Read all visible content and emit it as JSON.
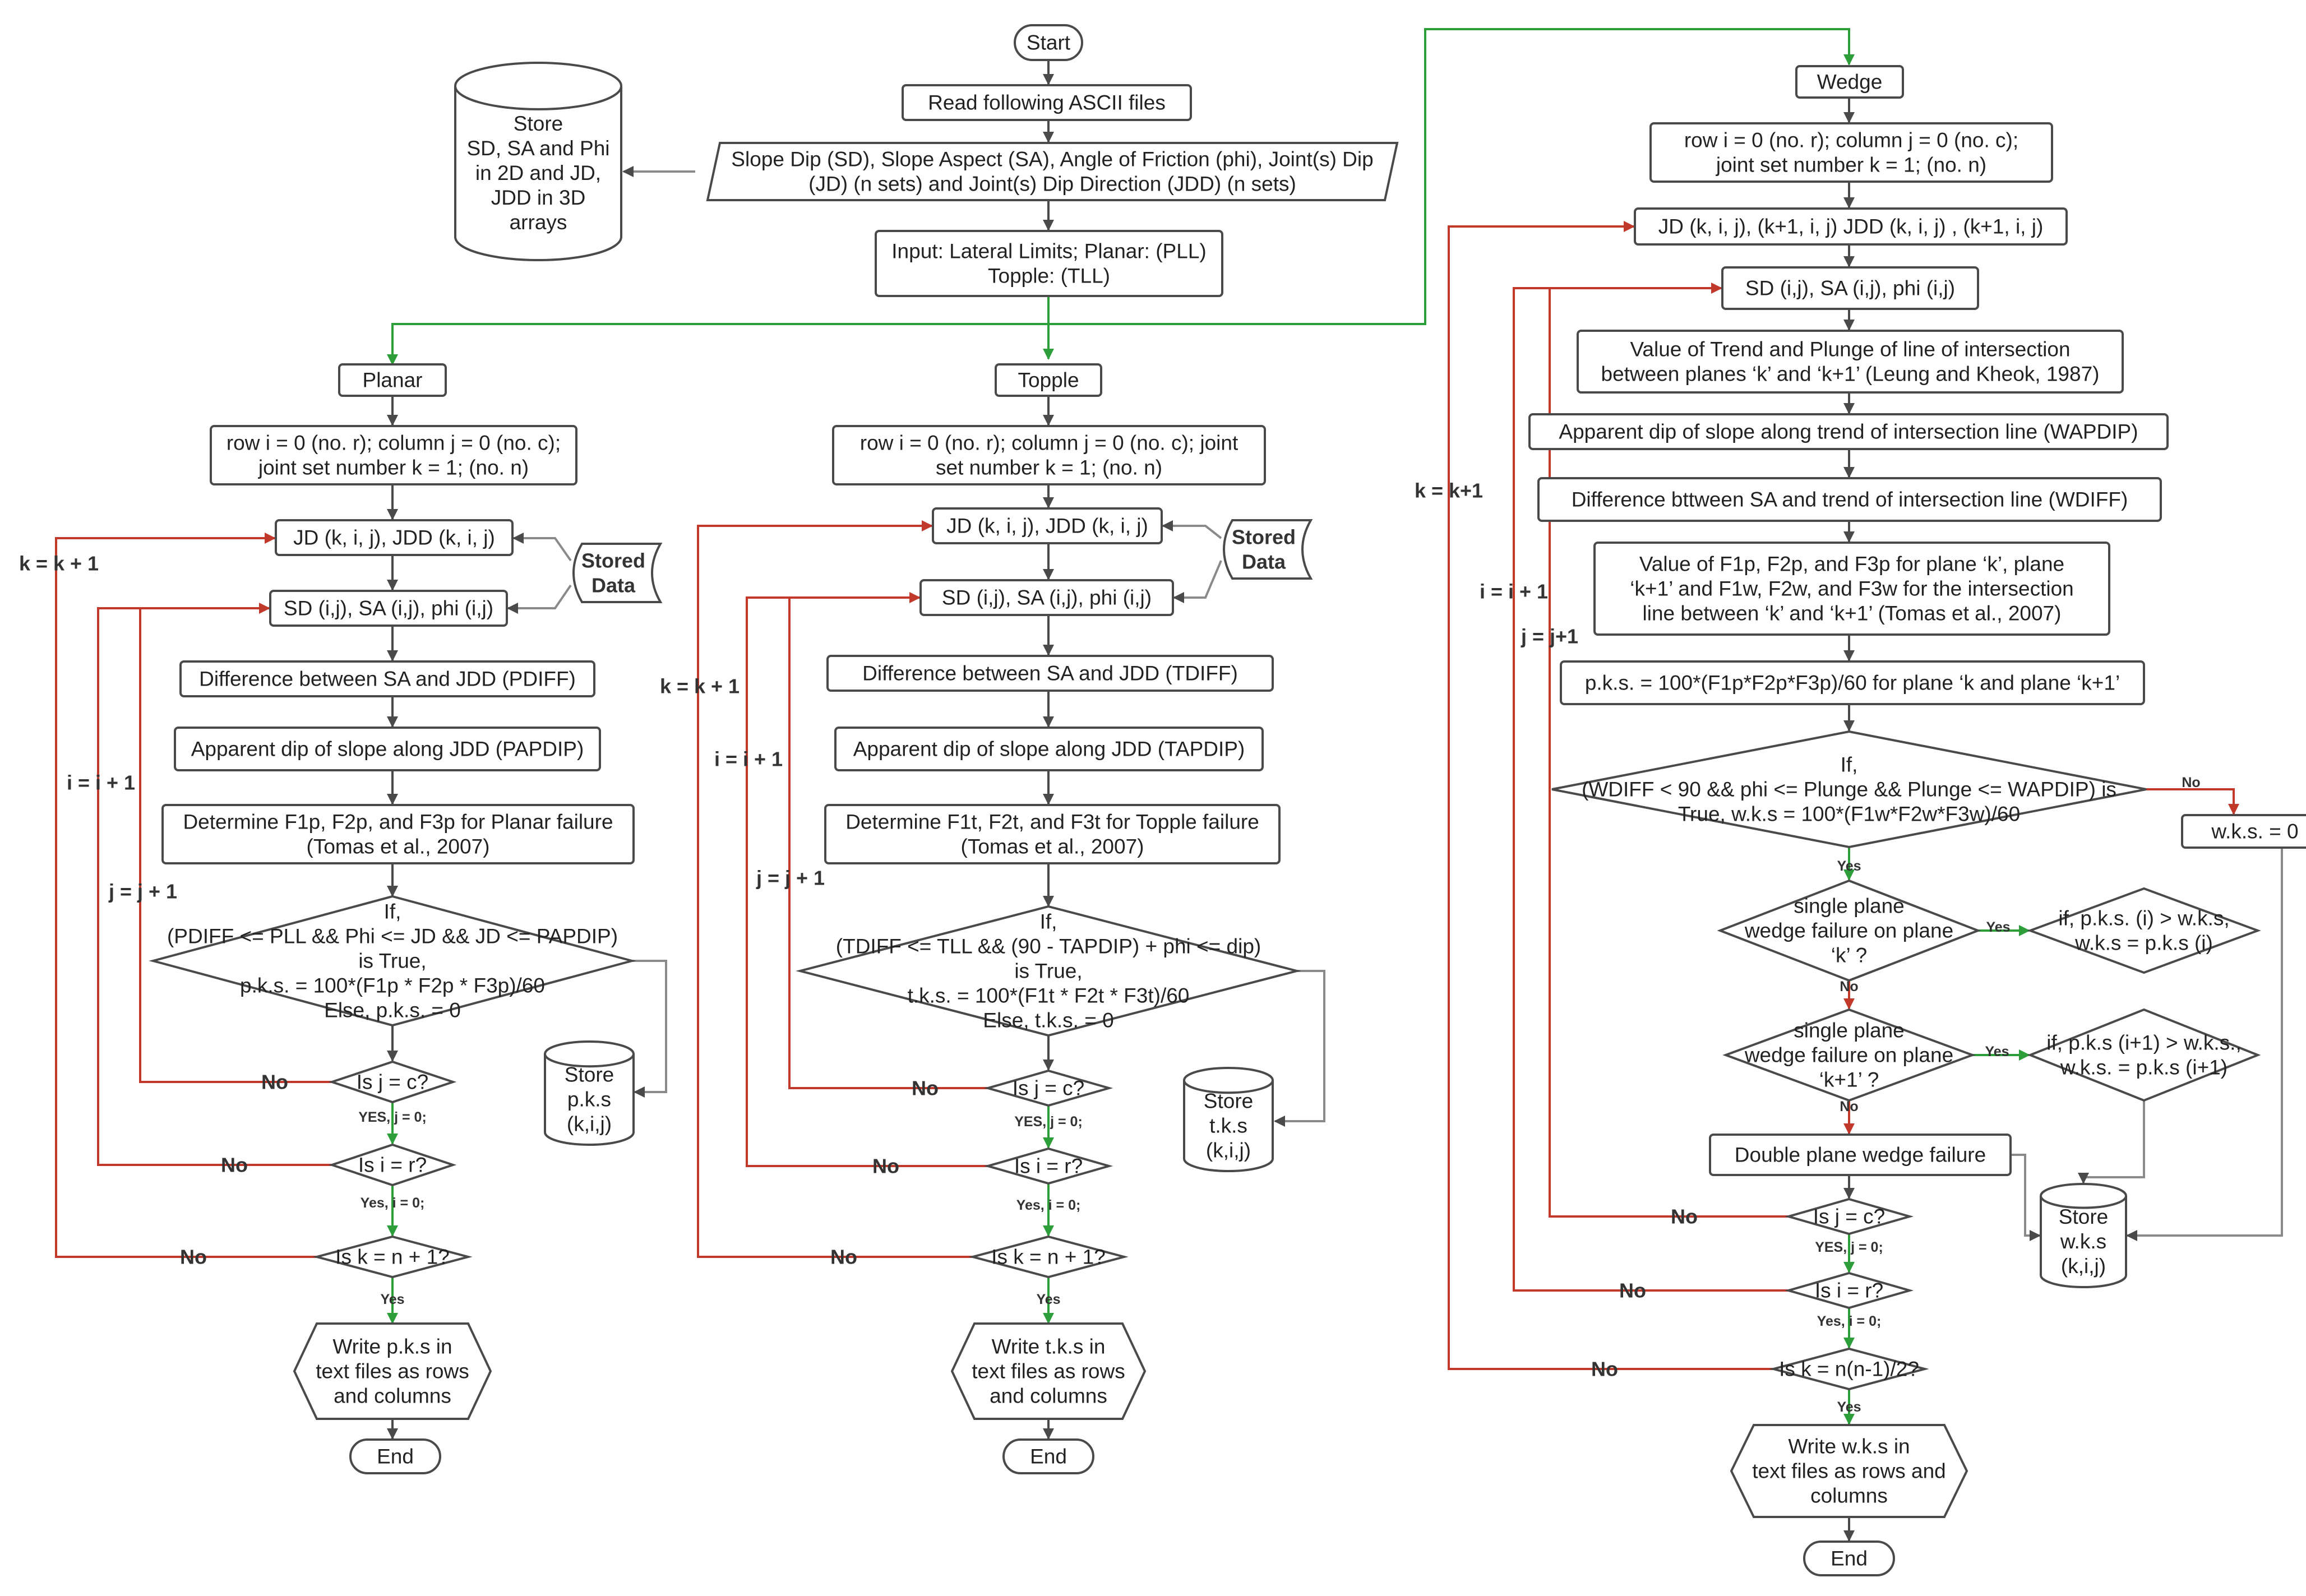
{
  "colors": {
    "flow": "#4a4a4a",
    "loop": "#c0392b",
    "branch": "#2e9e3a",
    "neutral": "#8a8a8a"
  },
  "nodes": {
    "start": "Start",
    "read": "Read following ASCII files",
    "files": [
      "Slope Dip (SD), Slope Aspect (SA), Angle of Friction (phi), Joint(s) Dip",
      "(JD) (n sets) and Joint(s) Dip Direction (JDD) (n sets)"
    ],
    "store_main": [
      "Store",
      "SD, SA and Phi",
      "in 2D and JD,",
      "JDD in 3D",
      "arrays"
    ],
    "input": [
      "Input: Lateral Limits; Planar: (PLL)",
      "Topple: (TLL)"
    ],
    "planar": {
      "title": "Planar",
      "init": [
        "row i = 0 (no. r); column j = 0 (no. c);",
        "joint set number k = 1; (no. n)"
      ],
      "jd": "JD (k, i, j), JDD (k, i, j)",
      "stored": [
        "Stored",
        "Data"
      ],
      "sd": "SD (i,j), SA (i,j), phi (i,j)",
      "diff": "Difference between SA and JDD (PDIFF)",
      "app": "Apparent dip of slope along JDD (PAPDIP)",
      "det": [
        "Determine F1p, F2p, and F3p for Planar failure",
        "(Tomas et al., 2007)"
      ],
      "cond": [
        "If,",
        "(PDIFF <= PLL && Phi <= JD && JD <= PAPDIP)",
        "is True,",
        "p.k.s. = 100*(F1p * F2p * F3p)/60",
        "Else, p.k.s. = 0"
      ],
      "store": [
        "Store",
        "p.k.s",
        "(k,i,j)"
      ],
      "isj": "Is j = c?",
      "isi": "Is i = r?",
      "isk": "Is k = n + 1?",
      "yes_j": "YES, j = 0;",
      "yes_i": "Yes, i = 0;",
      "yes_k": "Yes",
      "no": "No",
      "k_loop": "k = k + 1",
      "i_loop": "i = i + 1",
      "j_loop": "j = j + 1",
      "write": [
        "Write p.k.s in",
        "text files as rows",
        "and columns"
      ],
      "end": "End"
    },
    "topple": {
      "title": "Topple",
      "init": [
        "row i = 0 (no. r); column j = 0 (no. c);  joint",
        "set number k = 1; (no. n)"
      ],
      "jd": "JD (k, i, j), JDD (k, i, j)",
      "stored": [
        "Stored",
        "Data"
      ],
      "sd": "SD (i,j), SA (i,j), phi (i,j)",
      "diff": "Difference between SA and JDD (TDIFF)",
      "app": "Apparent dip of slope along JDD (TAPDIP)",
      "det": [
        "Determine F1t, F2t, and F3t for Topple failure",
        "(Tomas et al., 2007)"
      ],
      "cond": [
        "If,",
        "(TDIFF <= TLL && (90 - TAPDIP) + phi <= dip)",
        "is True,",
        "t.k.s. = 100*(F1t * F2t * F3t)/60",
        "Else, t.k.s. = 0"
      ],
      "store": [
        "Store",
        "t.k.s",
        "(k,i,j)"
      ],
      "isj": "Is j = c?",
      "isi": "Is i = r?",
      "isk": "Is k = n + 1?",
      "yes_j": "YES, j = 0;",
      "yes_i": "Yes, i = 0;",
      "yes_k": "Yes",
      "no": "No",
      "k_loop": "k = k + 1",
      "i_loop": "i = i + 1",
      "j_loop": "j = j + 1",
      "write": [
        "Write t.k.s in",
        "text files as rows",
        "and columns"
      ],
      "end": "End"
    },
    "wedge": {
      "title": "Wedge",
      "init": [
        "row i = 0 (no. r); column j = 0 (no. c);",
        "joint set number k = 1; (no. n)"
      ],
      "jd": "JD (k, i, j), (k+1, i, j) JDD (k, i, j) , (k+1, i, j)",
      "sd": "SD (i,j), SA (i,j), phi (i,j)",
      "trend": [
        "Value of Trend and Plunge of line of intersection",
        "between planes ‘k’ and ‘k+1’ (Leung and Kheok, 1987)"
      ],
      "app": "Apparent dip of slope along trend of intersection line (WAPDIP)",
      "diff": "Difference bttween SA and trend of intersection line (WDIFF)",
      "fvals": [
        "Value of F1p, F2p, and F3p for plane ‘k’,  plane",
        "‘k+1’ and F1w, F2w, and F3w for the intersection",
        "line between ‘k’ and ‘k+1’ (Tomas et al., 2007)"
      ],
      "pks": "p.k.s. = 100*(F1p*F2p*F3p)/60 for plane ‘k and plane ‘k+1’",
      "cond": [
        "If,",
        "(WDIFF < 90 && phi <= Plunge && Plunge <= WAPDIP)  is",
        "True, w.k.s = 100*(F1w*F2w*F3w)/60"
      ],
      "wks0": "w.k.s. = 0",
      "single1": [
        "single plane",
        "wedge failure on plane",
        "‘k’ ?"
      ],
      "if1": [
        "if, p.k.s. (i) > w.k.s,",
        "w.k.s = p.k.s (i)"
      ],
      "single2": [
        "single plane",
        "wedge failure on plane",
        "‘k+1’ ?"
      ],
      "if2": [
        "if, p.k.s (i+1) > w.k.s.,",
        "w.k.s. = p.k.s (i+1)"
      ],
      "double": "Double plane wedge failure",
      "store": [
        "Store",
        "w.k.s",
        "(k,i,j)"
      ],
      "isj": "Is j = c?",
      "isi": "Is i = r?",
      "isk": "Is k = n(n-1)/2?",
      "yes_j": "YES, j = 0;",
      "yes_i": "Yes, i = 0;",
      "yes": "Yes",
      "no": "No",
      "k_loop": "k = k+1",
      "i_loop": "i = i + 1",
      "j_loop": "j = j+1",
      "write": [
        "Write w.k.s in",
        "text files as rows and",
        "columns"
      ],
      "end": "End"
    }
  }
}
